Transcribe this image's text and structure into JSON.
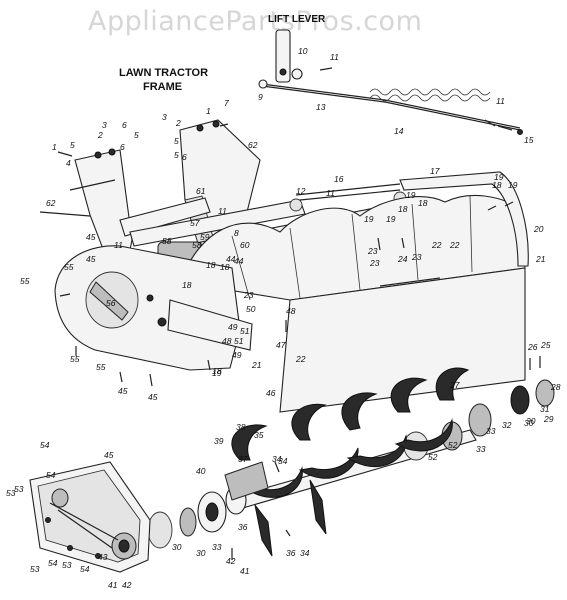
{
  "watermark": "AppliancePartsPros.com",
  "labels": {
    "frame_line1": "LAWN TRACTOR",
    "frame_line2": "FRAME",
    "lift_lever": "LIFT LEVER"
  },
  "callouts": [
    "1",
    "2",
    "3",
    "4",
    "5",
    "6",
    "7",
    "8",
    "9",
    "10",
    "11",
    "12",
    "13",
    "14",
    "15",
    "16",
    "17",
    "18",
    "19",
    "20",
    "21",
    "22",
    "23",
    "24",
    "25",
    "26",
    "27",
    "28",
    "29",
    "30",
    "31",
    "32",
    "33",
    "34",
    "35",
    "36",
    "37",
    "38",
    "39",
    "40",
    "41",
    "42",
    "43",
    "44",
    "45",
    "46",
    "47",
    "48",
    "49",
    "50",
    "51",
    "52",
    "53",
    "54",
    "55",
    "56",
    "57",
    "58",
    "59",
    "60",
    "61",
    "62"
  ]
}
